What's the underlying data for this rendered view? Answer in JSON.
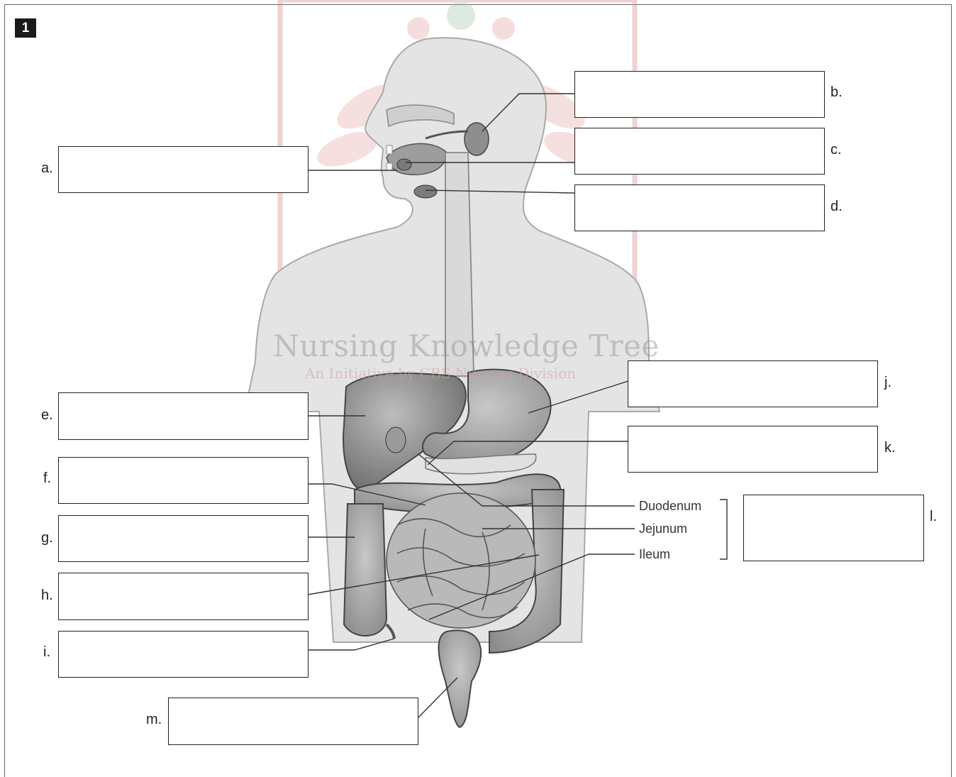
{
  "figure_number": "1",
  "watermark": {
    "title": "Nursing Knowledge Tree",
    "subtitle": "An Initiative by CBS Nursing Division"
  },
  "labels": {
    "a": "a.",
    "b": "b.",
    "c": "c.",
    "d": "d.",
    "e": "e.",
    "f": "f.",
    "g": "g.",
    "h": "h.",
    "i": "i.",
    "j": "j.",
    "k": "k.",
    "l": "l.",
    "m": "m."
  },
  "small_intestine_segments": [
    "Duodenum",
    "Jejunum",
    "Ileum"
  ],
  "colors": {
    "body_fill": "#e3e3e3",
    "organ_fill": "#8a8a8a",
    "line": "#333333",
    "watermark_red": "#d9a0a0"
  }
}
